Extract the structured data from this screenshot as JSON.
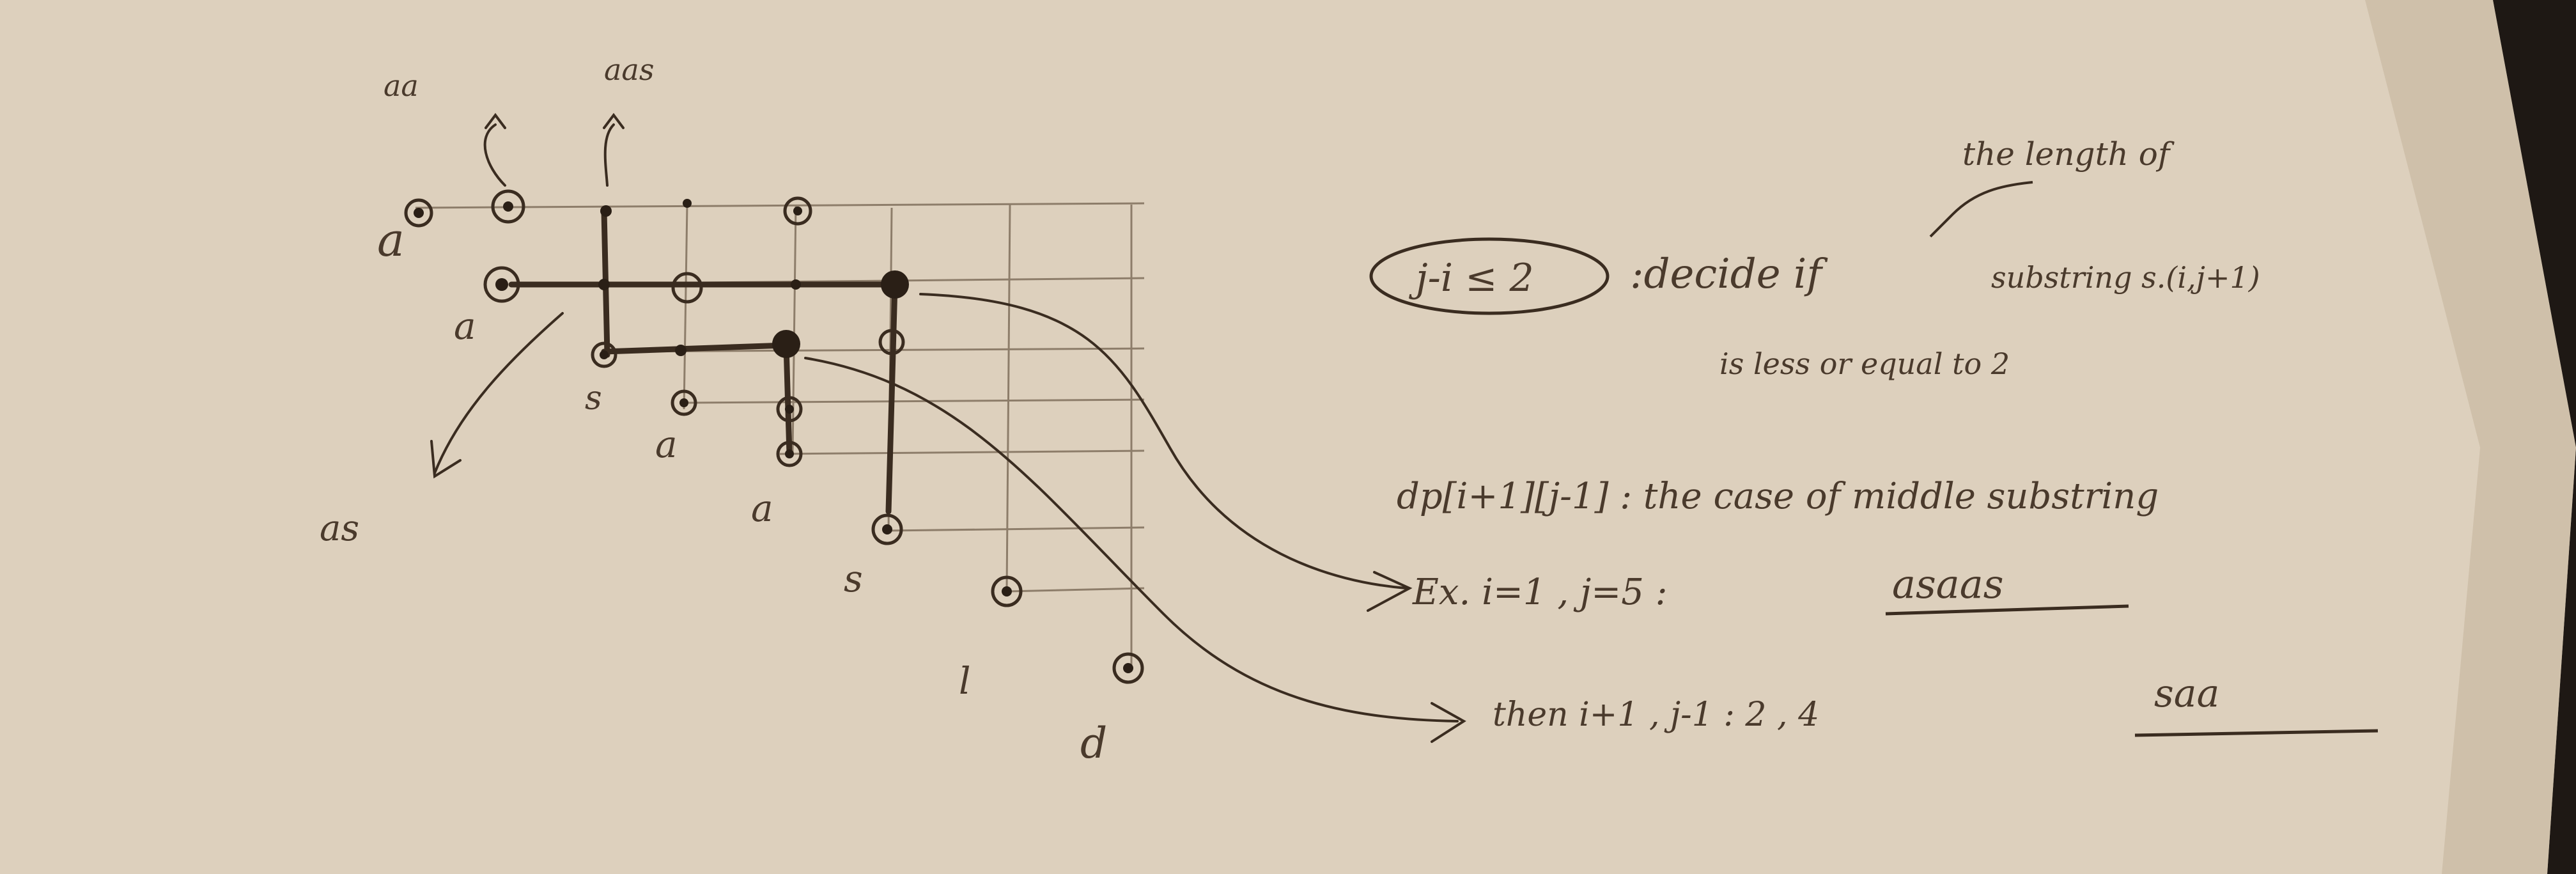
{
  "colors": {
    "paper": "#ddd0bd",
    "paper_edge": "#c9b9a2",
    "background": "#1e1814",
    "ink": "#4a3a2c",
    "grid_ink": "#8d7d6a"
  },
  "diagram": {
    "top_labels": {
      "aa": "aa",
      "aas": "aas"
    },
    "row_letters": [
      "a",
      "a",
      "s",
      "a",
      "a",
      "s",
      "l",
      "d"
    ],
    "side_label_as": "as"
  },
  "notes": {
    "condition_box": "j-i ≤ 2",
    "decide_text": ":decide if",
    "insert_text": "the length of",
    "substring_text": "substring s.(i,j+1)",
    "less_equal_text": "is less or equal to 2",
    "dp_text": "dp[i+1][j-1] : the case of middle substring",
    "ex_text": "Ex. i=1 , j=5 :",
    "ex_value": "asaas",
    "then_text": "then  i+1 , j-1 : 2 , 4",
    "then_value": "saa"
  }
}
